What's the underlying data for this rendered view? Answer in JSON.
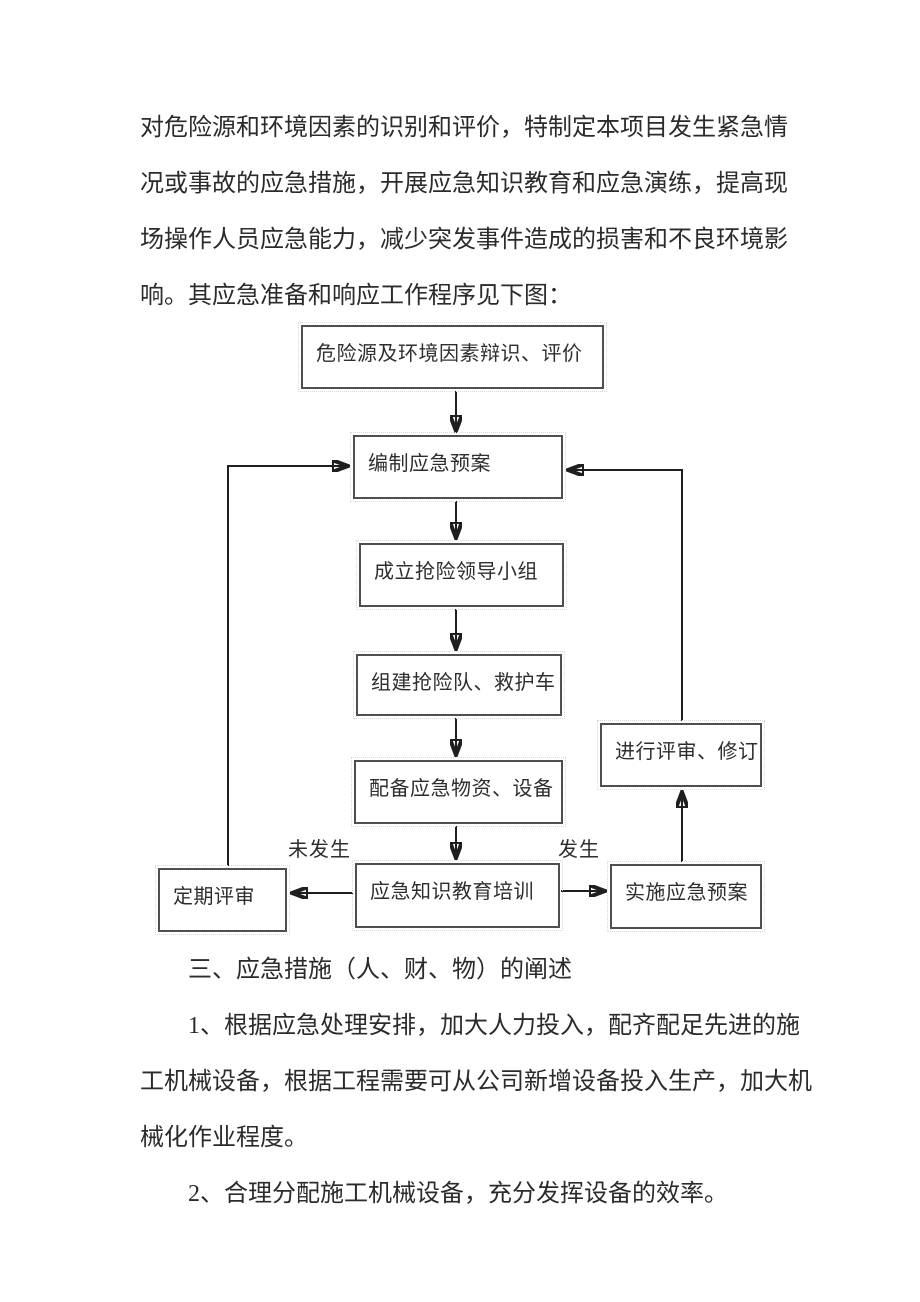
{
  "document": {
    "colors": {
      "ink": "#2b2b2b",
      "box_border": "#4f4f4f",
      "arrow": "#1f1f1f",
      "background": "#ffffff"
    },
    "intro": {
      "lines": [
        "对危险源和环境因素的识别和评价，特制定本项目发生紧急情",
        "况或事故的应急措施，开展应急知识教育和应急演练，提高现",
        "场操作人员应急能力，减少突发事件造成的损害和不良环境影",
        "响。其应急准备和响应工作程序见下图："
      ]
    },
    "flowchart": {
      "nodes": {
        "hazard": "危险源及环境因素辩识、评价",
        "plan": "编制应急预案",
        "lead_group": "成立抢险领导小组",
        "rescue_team": "组建抢险队、救护车",
        "supplies": "配备应急物资、设备",
        "training": "应急知识教育培训",
        "periodic_review": "定期评审",
        "implement": "实施应急预案",
        "revise": "进行评审、修订"
      },
      "labels": {
        "not_occurred": "未发生",
        "occurred": "发生"
      }
    },
    "section": {
      "lines": [
        "三、应急措施（人、财、物）的阐述",
        "1、根据应急处理安排，加大人力投入，配齐配足先进的施",
        "工机械设备，根据工程需要可从公司新增设备投入生产，加大机",
        "械化作业程度。",
        "2、合理分配施工机械设备，充分发挥设备的效率。"
      ]
    }
  }
}
